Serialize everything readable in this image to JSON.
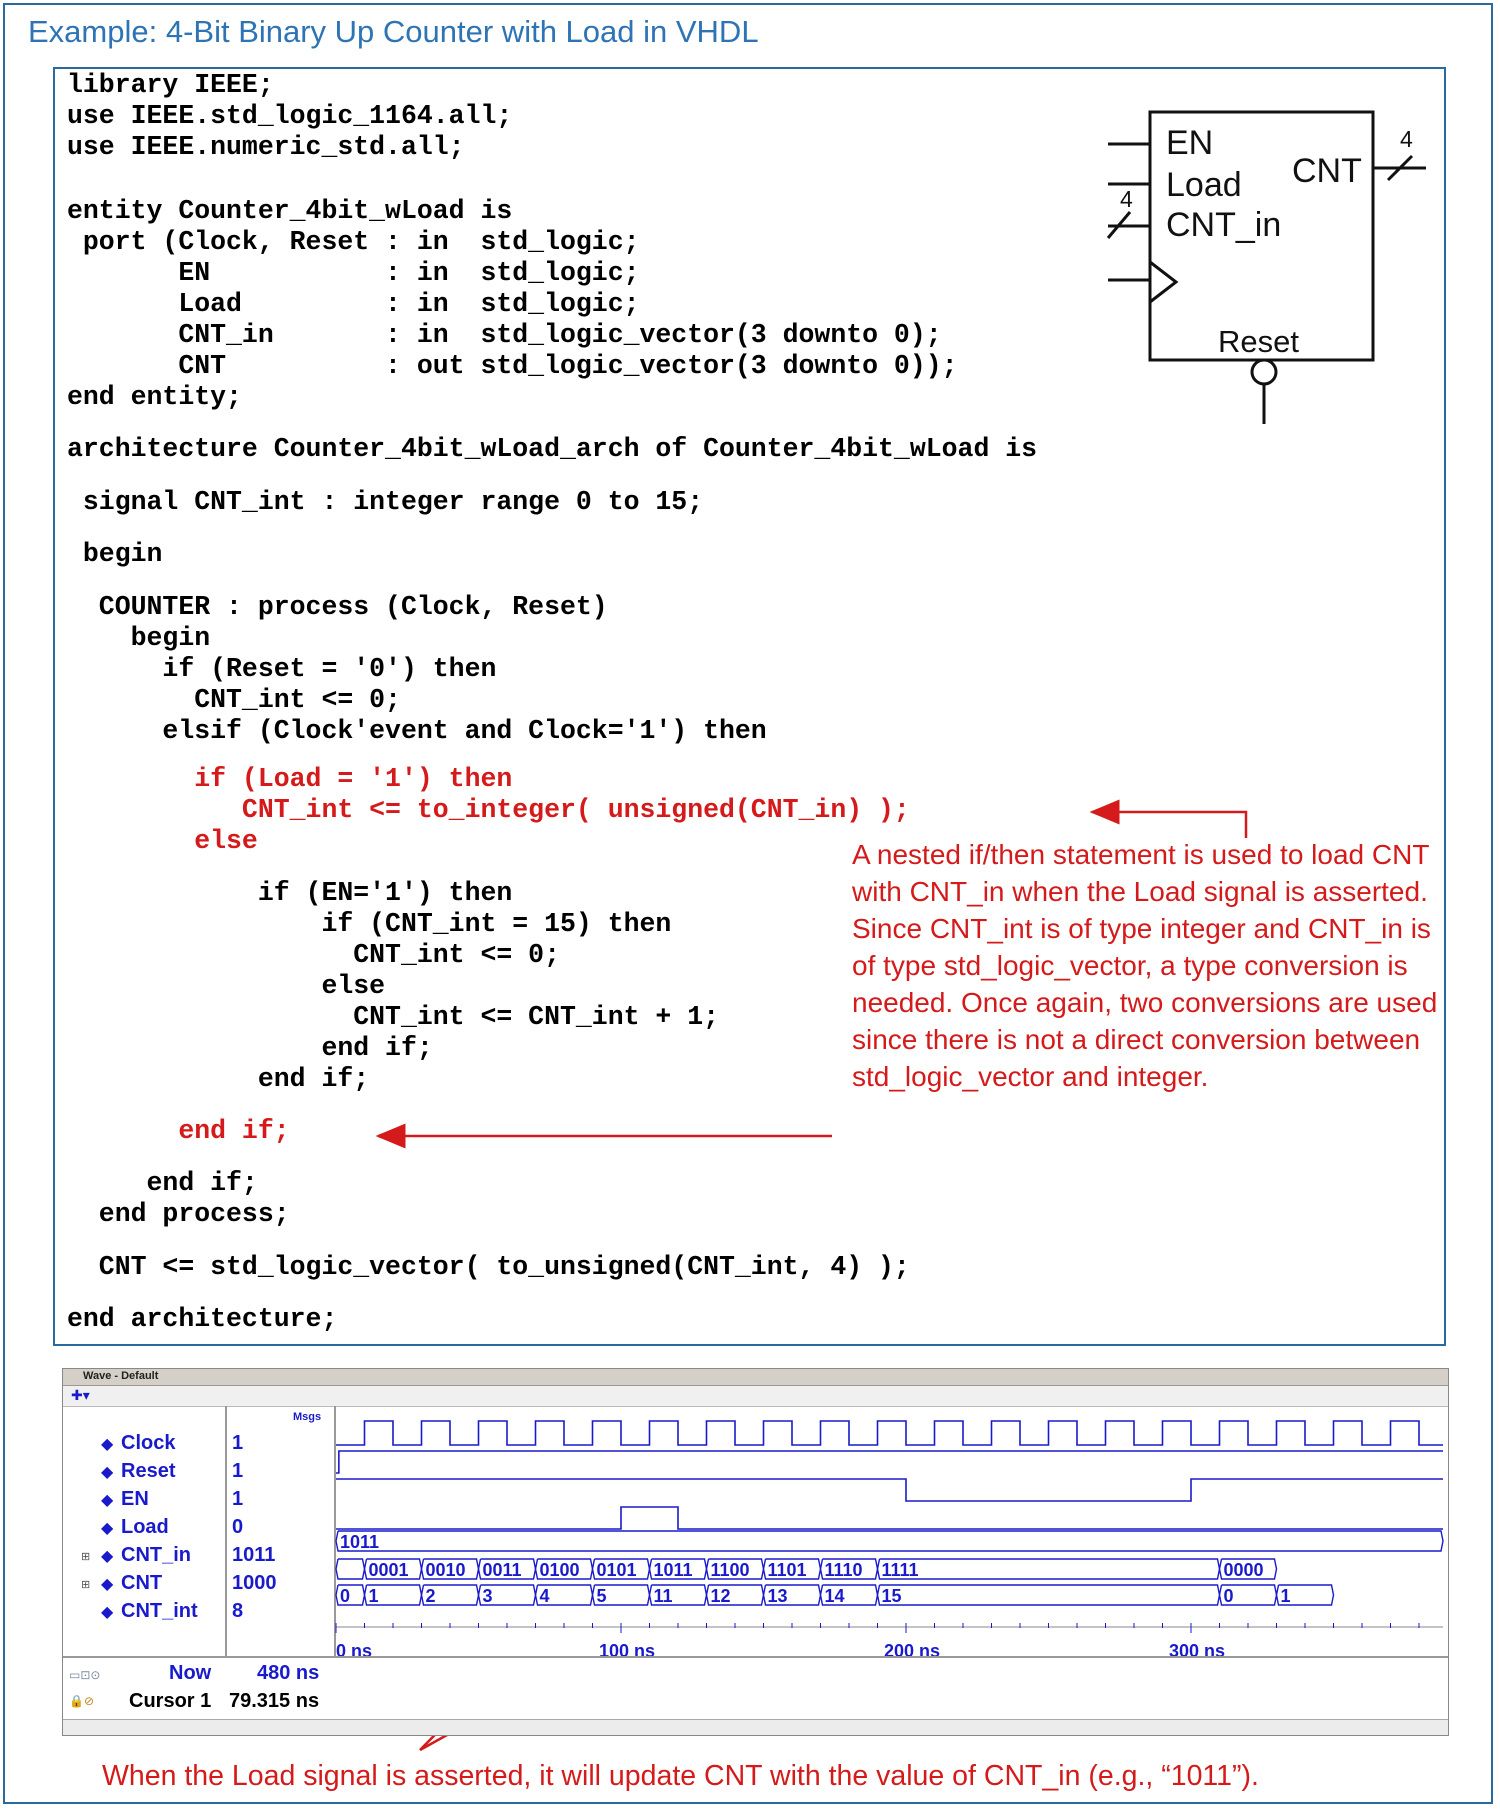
{
  "title": "Example: 4-Bit Binary Up Counter with Load in VHDL",
  "code": {
    "block1": "library IEEE;\nuse IEEE.std_logic_1164.all;\nuse IEEE.numeric_std.all;",
    "block2": "entity Counter_4bit_wLoad is\n port (Clock, Reset : in  std_logic;\n       EN           : in  std_logic;\n       Load         : in  std_logic;\n       CNT_in       : in  std_logic_vector(3 downto 0);\n       CNT          : out std_logic_vector(3 downto 0));\nend entity;",
    "block3": "architecture Counter_4bit_wLoad_arch of Counter_4bit_wLoad is",
    "block4": " signal CNT_int : integer range 0 to 15;",
    "block5": " begin",
    "block6": "  COUNTER : process (Clock, Reset)\n    begin\n      if (Reset = '0') then\n        CNT_int <= 0;\n      elsif (Clock'event and Clock='1') then",
    "block7_red": "        if (Load = '1') then\n           CNT_int <= to_integer( unsigned(CNT_in) );\n        else",
    "block8": "            if (EN='1') then\n                if (CNT_int = 15) then\n                  CNT_int <= 0;\n                else\n                  CNT_int <= CNT_int + 1;\n                end if;\n            end if;",
    "block9_red": "       end if;",
    "block10": "     end if;\n  end process;",
    "block11": "  CNT <= std_logic_vector( to_unsigned(CNT_int, 4) );",
    "block12": "end architecture;"
  },
  "annotation": "A nested if/then statement is used to load CNT with CNT_in when the Load signal is asserted.  Since CNT_int is of type integer and CNT_in is of type std_logic_vector, a type conversion is needed.  Once again, two conversions are used since there is not a direct conversion between std_logic_vector and integer.",
  "bottom_note": "When the Load signal is asserted, it will update CNT with the value of CNT_in (e.g., “1011”).",
  "block_symbol": {
    "inputs": [
      "EN",
      "Load",
      "CNT_in"
    ],
    "output": "CNT",
    "reset": "Reset",
    "bus_width": "4"
  },
  "wave": {
    "window_title": "Wave - Default",
    "msgs_header": "Msgs",
    "signals": [
      {
        "name": "Clock",
        "value": "1"
      },
      {
        "name": "Reset",
        "value": "1"
      },
      {
        "name": "EN",
        "value": "1"
      },
      {
        "name": "Load",
        "value": "0"
      },
      {
        "name": "CNT_in",
        "value": "1011"
      },
      {
        "name": "CNT",
        "value": "1000"
      },
      {
        "name": "CNT_int",
        "value": "8"
      }
    ],
    "cnt_in_bus": "1011",
    "cnt_bus": [
      "0001",
      "0010",
      "0011",
      "0100",
      "0101",
      "1011",
      "1100",
      "1101",
      "1110",
      "1111",
      "0000"
    ],
    "cnt_int_bus": [
      "0",
      "1",
      "2",
      "3",
      "4",
      "5",
      "11",
      "12",
      "13",
      "14",
      "15",
      "0",
      "1"
    ],
    "now_label": "Now",
    "now_value": "480 ns",
    "cursor_label": "Cursor 1",
    "cursor_value": "79.315 ns",
    "time_ticks": [
      "0 ns",
      "100 ns",
      "200 ns",
      "300 ns"
    ]
  },
  "colors": {
    "accent_blue": "#2e74b5",
    "annotation_red": "#d41a1a",
    "wave_blue": "#1a1acd"
  }
}
